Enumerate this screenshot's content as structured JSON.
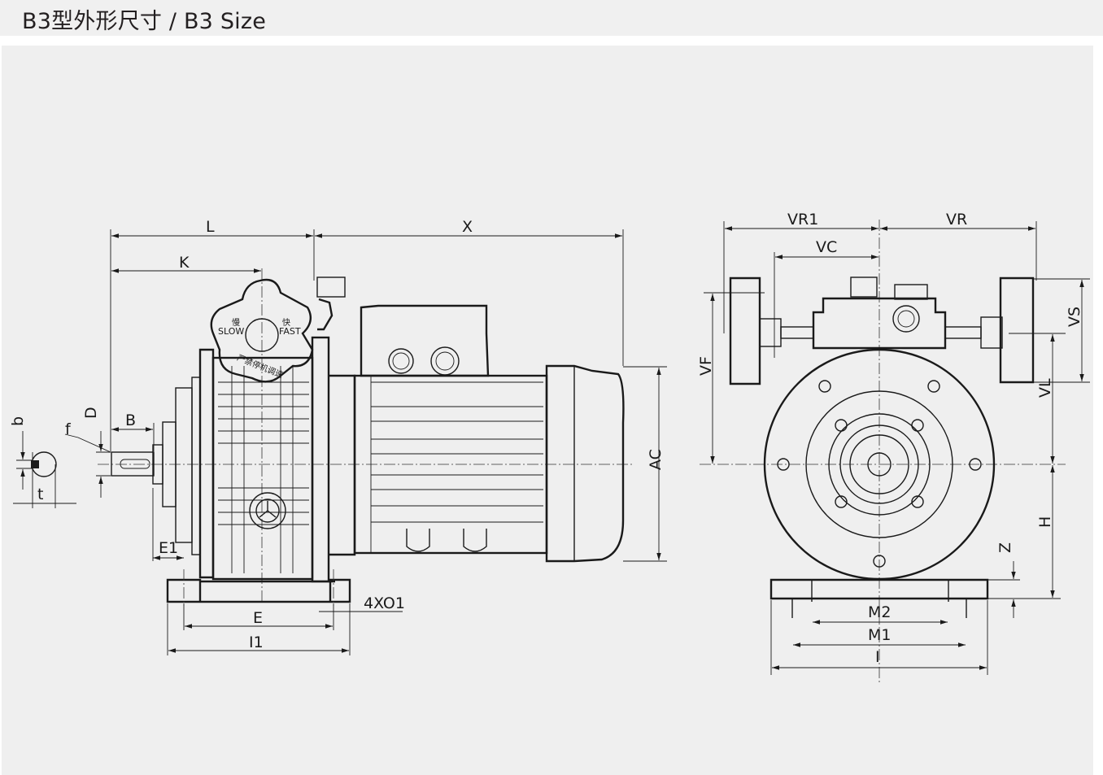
{
  "header": {
    "title": "B3型外形尺寸 / B3 Size"
  },
  "side_view": {
    "dimension_labels": {
      "L": "L",
      "K": "K",
      "X": "X",
      "B": "B",
      "D": "D",
      "f": "f",
      "b": "b",
      "t": "t",
      "E1": "E1",
      "E": "E",
      "I1": "I1",
      "AC": "AC",
      "O1": "4XO1"
    },
    "knob_text": {
      "slow_cn": "慢",
      "slow_en": "SLOW",
      "fast_cn": "快",
      "fast_en": "FAST",
      "warning": "严禁停机调速"
    }
  },
  "front_view": {
    "dimension_labels": {
      "VR1": "VR1",
      "VR": "VR",
      "VC": "VC",
      "VF": "VF",
      "VS": "VS",
      "VL": "VL",
      "H": "H",
      "Z": "Z",
      "M2": "M2",
      "M1": "M1",
      "I": "I"
    }
  }
}
